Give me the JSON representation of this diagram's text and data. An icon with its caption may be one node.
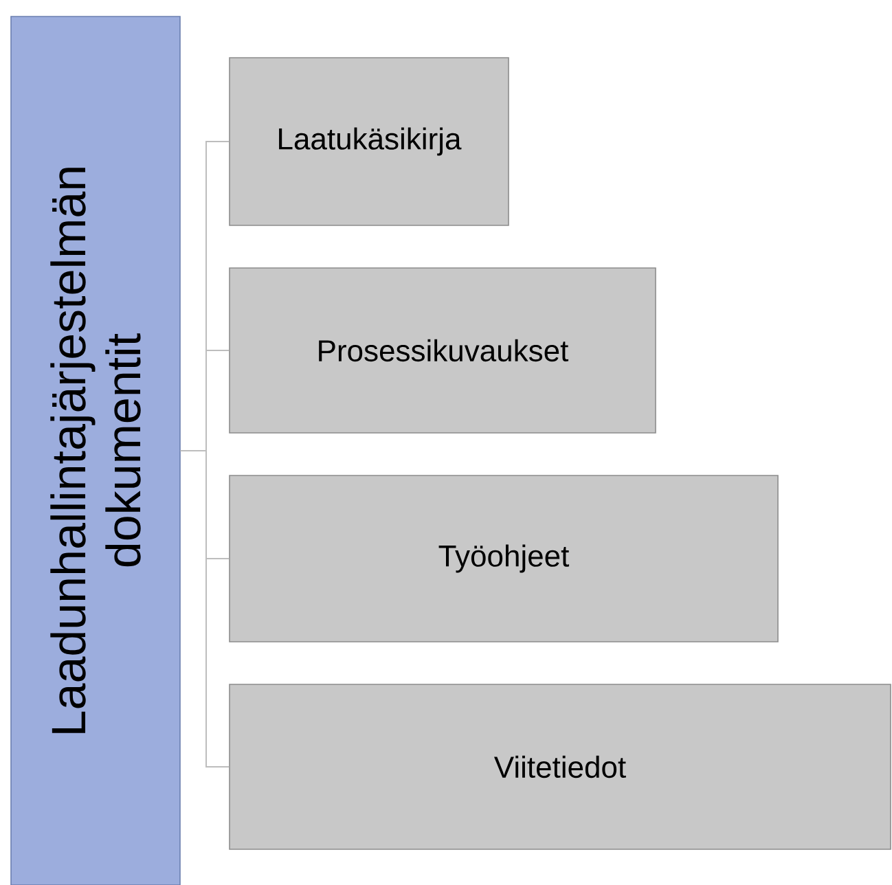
{
  "diagram": {
    "nodes": [
      {
        "text": [
          "Laadunhallintajärjestelmän dokumentit"
        ]
      },
      {
        "text": [
          "Laatukäsikirja"
        ]
      },
      {
        "text": [
          "Prosessikuvaukset"
        ]
      },
      {
        "text": [
          "Työohjeet"
        ]
      },
      {
        "text": [
          "Viitetiedot"
        ]
      }
    ],
    "edges": [
      {
        "from": 0,
        "to": 1,
        "arrow": "none"
      },
      {
        "from": 0,
        "to": 2,
        "arrow": "none"
      },
      {
        "from": 0,
        "to": 3,
        "arrow": "none"
      },
      {
        "from": 0,
        "to": 4,
        "arrow": "none"
      }
    ]
  }
}
